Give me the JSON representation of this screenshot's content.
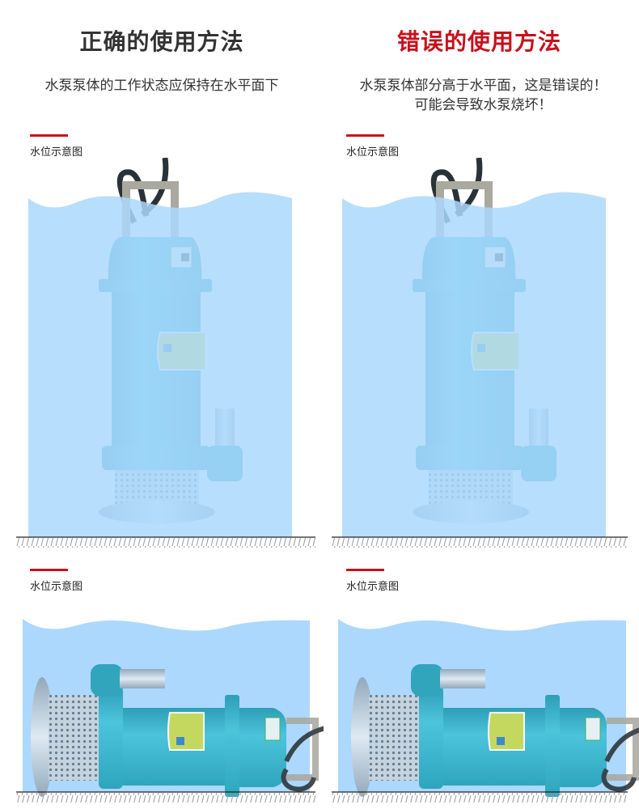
{
  "correct": {
    "title": "正确的使用方法",
    "description": "水泵泵体的工作状态应保持在水平面下",
    "title_color": "#333333"
  },
  "wrong": {
    "title": "错误的使用方法",
    "description_line1": "水泵泵体部分高于水平面，这是错误的！",
    "description_line2": "可能会导致水泵烧坏！",
    "title_color": "#c8101b"
  },
  "diagrams": [
    {
      "caption": "水位示意图",
      "orientation": "vertical",
      "pump_position": "partly-above-water"
    },
    {
      "caption": "水位示意图",
      "orientation": "vertical",
      "pump_position": "partly-above-water"
    },
    {
      "caption": "水位示意图",
      "orientation": "horizontal",
      "pump_position": "submerged"
    },
    {
      "caption": "水位示意图",
      "orientation": "horizontal",
      "pump_position": "submerged"
    }
  ],
  "colors": {
    "water": "#acd8fd",
    "pump_body": "#2fb3c8",
    "accent_red": "#c8101b"
  }
}
